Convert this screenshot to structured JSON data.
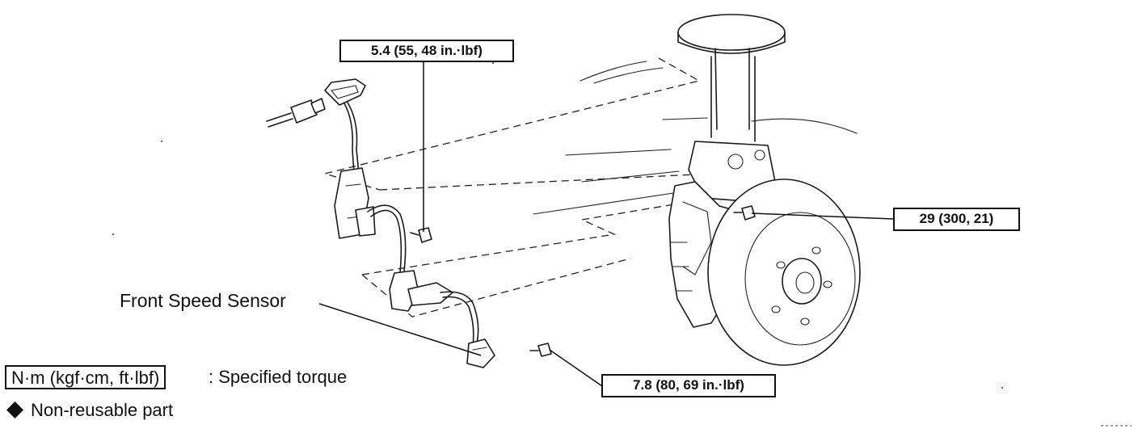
{
  "torque_specs": [
    {
      "value": "5.4 (55, 48 in.·lbf)"
    },
    {
      "value": "29 (300, 21)"
    },
    {
      "value": "7.8 (80, 69 in.·lbf)"
    }
  ],
  "labels": {
    "front_speed_sensor": "Front Speed Sensor"
  },
  "legend": {
    "torque_unit": "N·m (kgf·cm, ft·lbf)",
    "torque_desc": ": Specified torque",
    "diamond_symbol": "diamond",
    "nonreusable_desc": "Non-reusable part"
  }
}
